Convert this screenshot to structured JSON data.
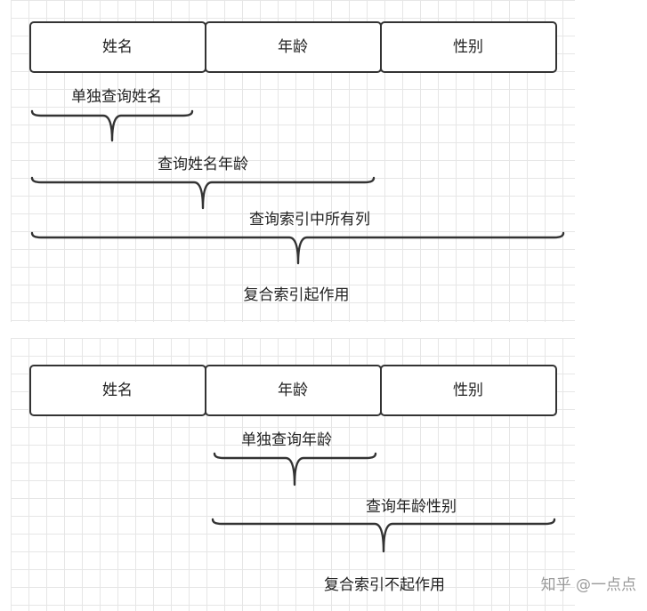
{
  "top": {
    "cells": [
      "姓名",
      "年龄",
      "性别"
    ],
    "braces": [
      {
        "label": "单独查询姓名"
      },
      {
        "label": "查询姓名年龄"
      },
      {
        "label": "查询索引中所有列"
      }
    ],
    "caption": "复合索引起作用"
  },
  "bottom": {
    "cells": [
      "姓名",
      "年龄",
      "性别"
    ],
    "braces": [
      {
        "label": "单独查询年龄"
      },
      {
        "label": "查询年龄性别"
      }
    ],
    "caption": "复合索引不起作用"
  },
  "watermark": "知乎 @一点点"
}
